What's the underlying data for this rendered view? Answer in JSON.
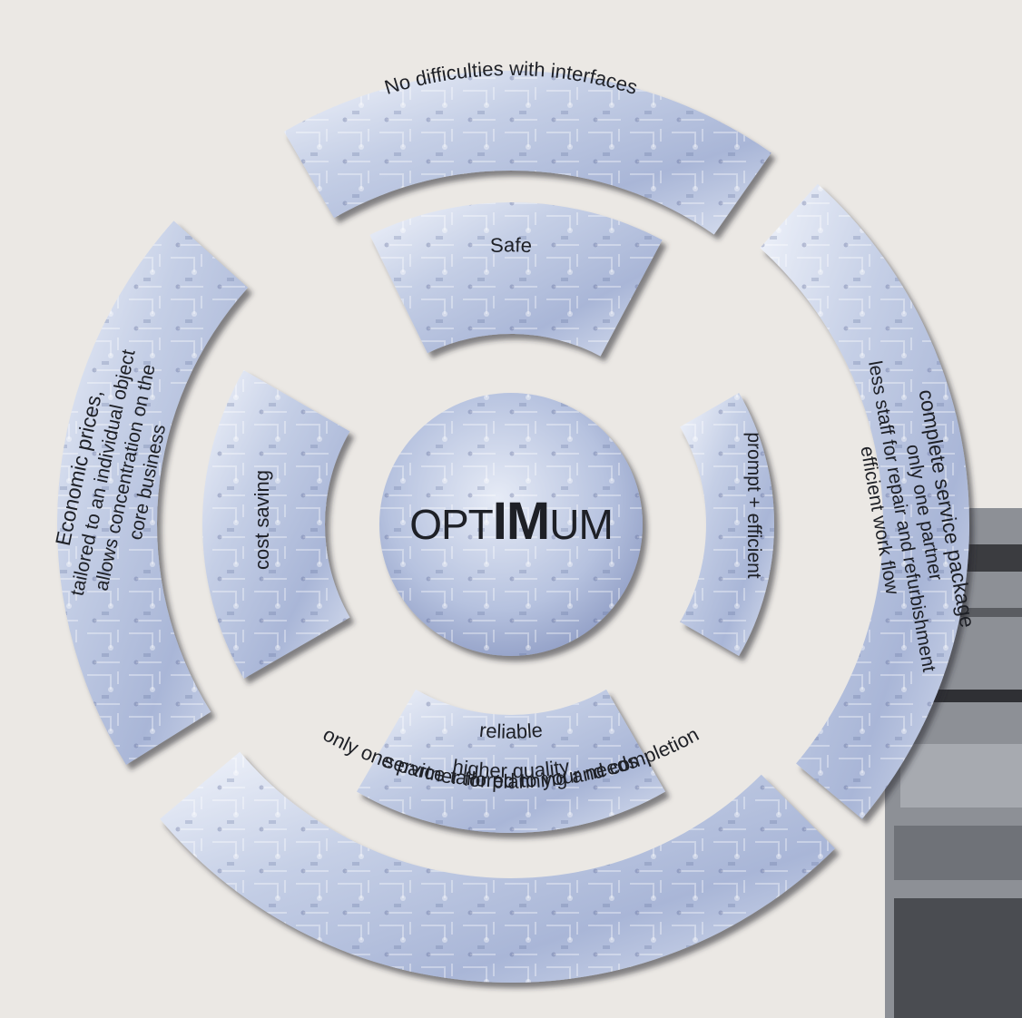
{
  "diagram": {
    "center_label": {
      "prefix": "OPT",
      "highlight": "IM",
      "suffix": "UM"
    },
    "outer_ring": {
      "top": {
        "lines": [
          "No difficulties with interfaces"
        ]
      },
      "left": {
        "lines": [
          "Economic prices,",
          "tailored to an individual object",
          "allows concentration on the",
          "core business"
        ]
      },
      "right": {
        "lines": [
          "complete service package",
          "only one partner",
          "less staff for repair and refurbishment",
          "efficient work flow"
        ]
      },
      "bottom": {
        "lines": [
          "higher quality",
          "only one partner for planning and completion",
          "service tailored to your needs"
        ]
      }
    },
    "inner_ring": {
      "top": {
        "label": "Safe"
      },
      "left": {
        "label": "cost saving"
      },
      "right": {
        "label": "prompt + efficient"
      },
      "bottom": {
        "label": "reliable"
      }
    },
    "colors": {
      "background": "#ebe8e4",
      "segment_light": "#eef2fb",
      "segment_mid": "#b3bfdc",
      "segment_dark": "#7d8cb8",
      "text": "#1e2026"
    }
  }
}
